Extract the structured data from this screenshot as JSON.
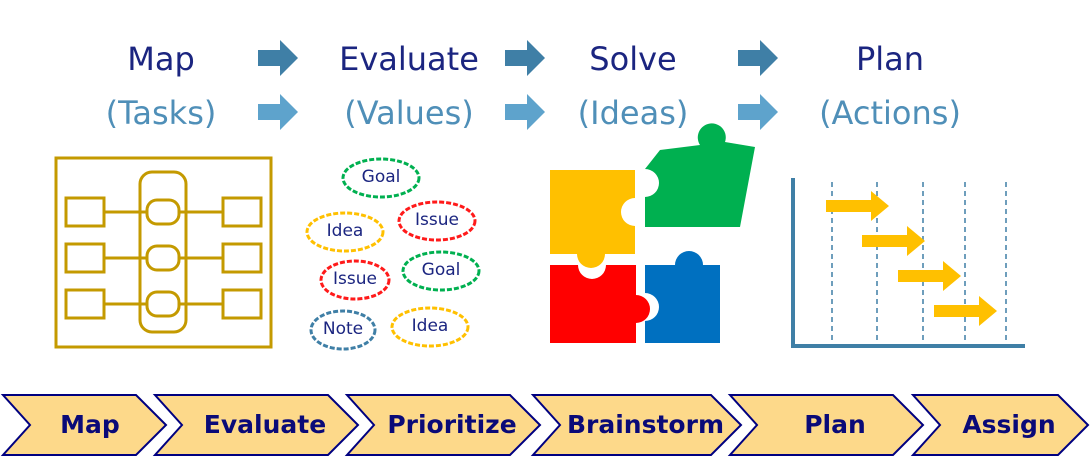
{
  "stages": [
    {
      "title": "Map",
      "subtitle": "(Tasks)"
    },
    {
      "title": "Evaluate",
      "subtitle": "(Values)"
    },
    {
      "title": "Solve",
      "subtitle": "(Ideas)"
    },
    {
      "title": "Plan",
      "subtitle": "(Actions)"
    }
  ],
  "clouds": [
    "Goal",
    "Idea",
    "Issue",
    "Issue",
    "Goal",
    "Note",
    "Idea"
  ],
  "steps": [
    "Map",
    "Evaluate",
    "Prioritize",
    "Brainstorm",
    "Plan",
    "Assign"
  ],
  "colors": {
    "title": "#1b2580",
    "subtitle": "#4f8fb8",
    "chevron_fill": "#fdd98a",
    "chevron_stroke": "#000080",
    "gold": "#c49a00"
  }
}
